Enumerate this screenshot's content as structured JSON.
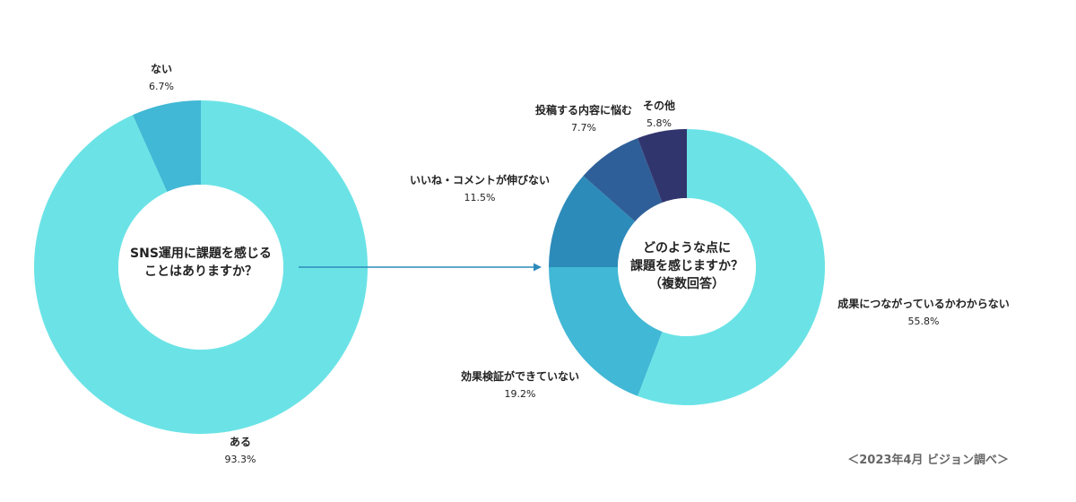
{
  "chart_data": [
    {
      "type": "pie",
      "center_text": [
        "SNS運用に課題を感じる",
        "ことはありますか？"
      ],
      "slices": [
        {
          "label": "ある",
          "value": 93.3,
          "value_text": "93.3%",
          "color": "#6BE3E6"
        },
        {
          "label": "ない",
          "value": 6.7,
          "value_text": "6.7%",
          "color": "#41B8D5"
        }
      ]
    },
    {
      "type": "pie",
      "center_text": [
        "どのような点に",
        "課題を感じますか？",
        "（複数回答）"
      ],
      "slices": [
        {
          "label": "成果につながっているかわからない",
          "value": 55.8,
          "value_text": "55.8%",
          "color": "#6BE3E6"
        },
        {
          "label": "効果検証ができていない",
          "value": 19.2,
          "value_text": "19.2%",
          "color": "#41B8D5"
        },
        {
          "label": "いいね・コメントが伸びない",
          "value": 11.5,
          "value_text": "11.5%",
          "color": "#2D8BBA"
        },
        {
          "label": "投稿する内容に悩む",
          "value": 7.7,
          "value_text": "7.7%",
          "color": "#2F5F98"
        },
        {
          "label": "その他",
          "value": 5.8,
          "value_text": "5.8%",
          "color": "#31356E"
        }
      ]
    }
  ],
  "source": "＜2023年4月 ビジョン調べ＞",
  "colors": {
    "arrow": "#2D8BBA"
  }
}
